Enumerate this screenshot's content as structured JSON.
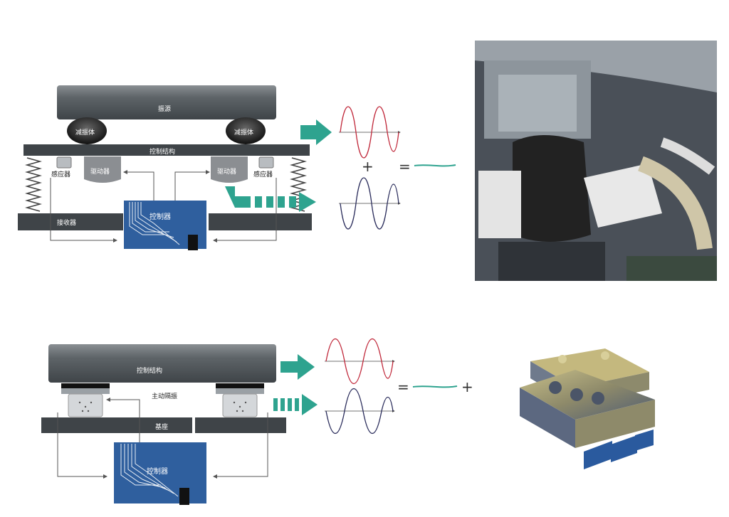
{
  "top": {
    "source": "振源",
    "damper_left": "减振体",
    "damper_right": "减振体",
    "control_structure": "控制结构",
    "sensor_left": "感应器",
    "sensor_right": "感应器",
    "actuator_left": "驱动器",
    "actuator_right": "驱动器",
    "controller": "控制器",
    "receiver": "接收器",
    "plus": "+",
    "equals": "="
  },
  "bottom": {
    "control_structure": "控制结构",
    "active_isolation": "主动隔振",
    "base": "基座",
    "controller": "控制器",
    "equals": "=",
    "plus": "+"
  },
  "colors": {
    "accent_arrow": "#2ea38f",
    "controller_blue": "#2f5f9e",
    "beam_dark": "#3f4448",
    "wave_red": "#c0283a",
    "wave_navy": "#2b2d5c"
  }
}
